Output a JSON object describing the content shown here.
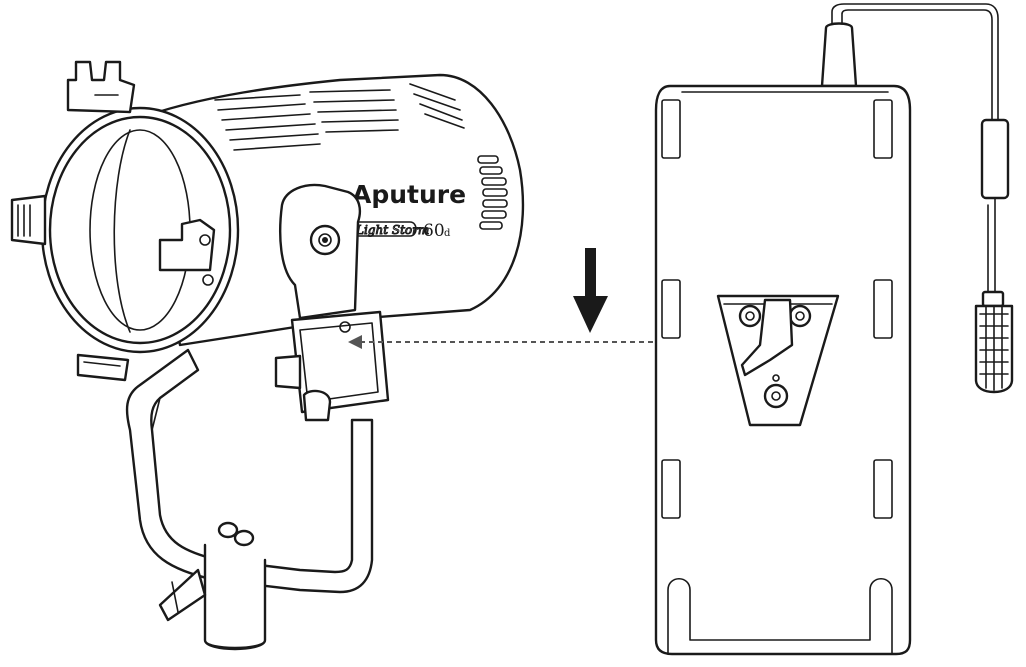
{
  "figure": {
    "brand_text": "Aputure",
    "model_text": "Light Storm",
    "model_number": "60",
    "model_suffix": "d"
  },
  "colors": {
    "line": "#1a1a1a",
    "background": "#ffffff",
    "arrow": "#1a1a1a",
    "dashed_connector": "#555555"
  },
  "icons": {
    "direction_arrow": "down-arrow-icon",
    "connector_arrow": "dashed-double-arrow-icon"
  }
}
